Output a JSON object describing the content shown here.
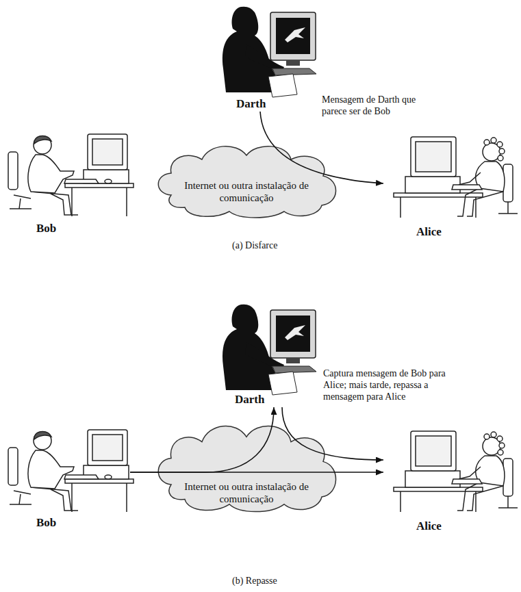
{
  "diagram": {
    "nodes": [
      {
        "text": [
          "Darth"
        ]
      },
      {
        "text": [
          "Bob"
        ]
      },
      {
        "text": [
          "Internet ou outra instalação de comunicação"
        ]
      },
      {
        "text": [
          "Alice"
        ]
      },
      {
        "text": [
          "Darth"
        ]
      },
      {
        "text": [
          "Bob"
        ]
      },
      {
        "text": [
          "Internet ou outra instalação de comunicação"
        ]
      },
      {
        "text": [
          "Alice"
        ]
      }
    ],
    "edges": [
      {
        "from": 0,
        "to": 3,
        "arrow": "to"
      },
      {
        "from": 5,
        "to": 7,
        "arrow": "to"
      },
      {
        "from": 5,
        "to": 4,
        "arrow": "to"
      },
      {
        "from": 4,
        "to": 7,
        "arrow": "to"
      }
    ],
    "labels": [
      "Mensagem de Darth que parece ser de Bob",
      "(a) Disfarce",
      "Captura mensagem de Bob para Alice; mais tarde, repassa a mensagem para Alice",
      "(b) Repasse"
    ]
  }
}
